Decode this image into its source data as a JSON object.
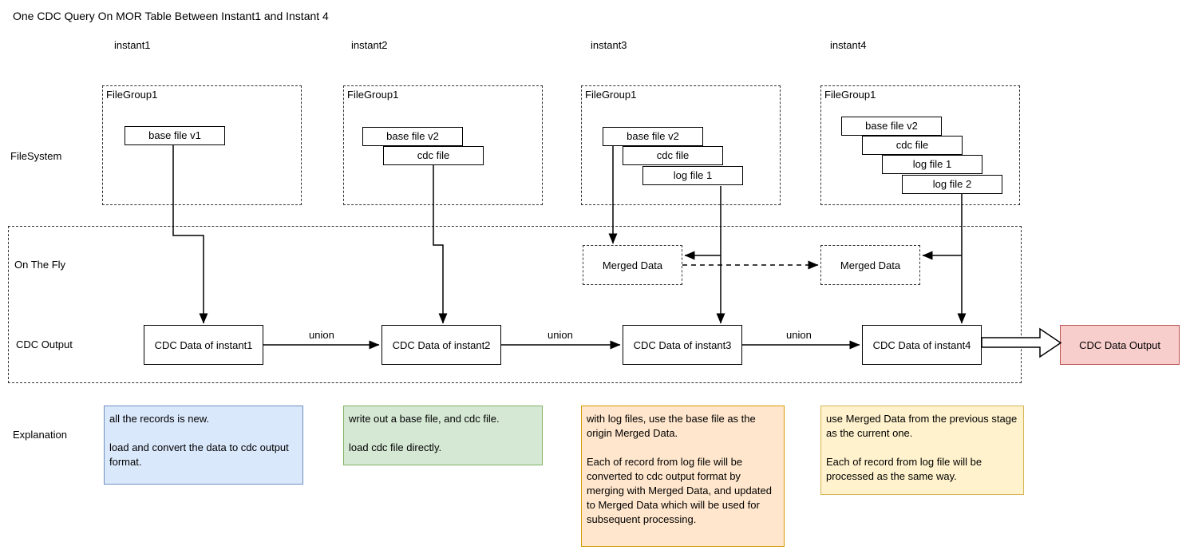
{
  "title": "One CDC Query On MOR Table Between Instant1 and Instant 4",
  "instants": [
    {
      "label": "instant1"
    },
    {
      "label": "instant2"
    },
    {
      "label": "instant3"
    },
    {
      "label": "instant4"
    }
  ],
  "rows": {
    "filesystem": "FileSystem",
    "on_the_fly": "On The Fly",
    "cdc_output": "CDC Output",
    "explanation": "Explanation"
  },
  "filegroups": [
    {
      "title": "FileGroup1",
      "files": [
        "base file v1"
      ]
    },
    {
      "title": "FileGroup1",
      "files": [
        "base file v2",
        "cdc file"
      ]
    },
    {
      "title": "FileGroup1",
      "files": [
        "base file v2",
        "cdc file",
        "log file 1"
      ]
    },
    {
      "title": "FileGroup1",
      "files": [
        "base file v2",
        "cdc file",
        "log file 1",
        "log file 2"
      ]
    }
  ],
  "merged_data": [
    {
      "label": "Merged Data"
    },
    {
      "label": "Merged Data"
    }
  ],
  "cdc_nodes": [
    {
      "label": "CDC Data of instant1"
    },
    {
      "label": "CDC Data of instant2"
    },
    {
      "label": "CDC Data of instant3"
    },
    {
      "label": "CDC Data of instant4"
    }
  ],
  "edge_labels": {
    "union1": "union",
    "union2": "union",
    "union3": "union"
  },
  "output": {
    "label": "CDC Data Output",
    "fill": "#f8cecc",
    "border": "#b85450"
  },
  "colors": {
    "explanation_blue_fill": "#dae8fc",
    "explanation_blue_border": "#6c8ebf",
    "explanation_green_fill": "#d5e8d4",
    "explanation_green_border": "#82b366",
    "explanation_orange_fill": "#ffe6cc",
    "explanation_orange_border": "#d79b00",
    "explanation_yellow_fill": "#fff2cc",
    "explanation_yellow_border": "#d6b656"
  },
  "explanations": [
    {
      "p1": "all the records is new.",
      "p2": "load and convert the data to cdc output format."
    },
    {
      "p1": "write out a base file, and cdc file.",
      "p2": "load cdc file directly."
    },
    {
      "p1": "with log files, use the base file as the origin Merged Data.",
      "p2": "Each of record from log file will be converted to cdc output format by merging with Merged Data, and updated to Merged Data which will be used for subsequent processing."
    },
    {
      "p1": "use Merged Data from the previous stage as the current one.",
      "p2": "Each of record from log file will be processed as the same way."
    }
  ]
}
